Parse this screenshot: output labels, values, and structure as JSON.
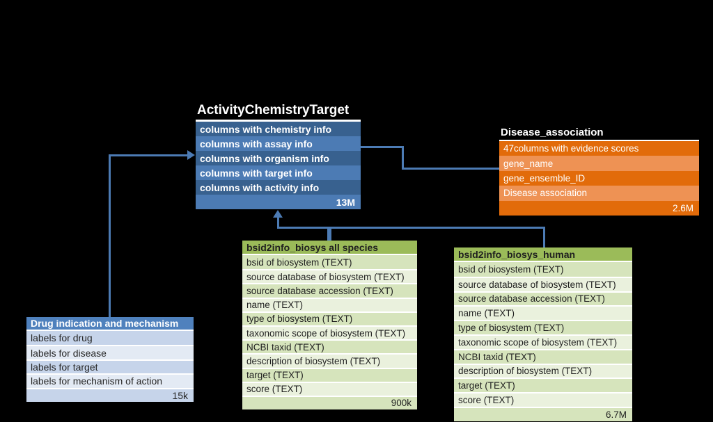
{
  "diagram": {
    "colors": {
      "background": "#000000",
      "blue_row_dark": "#38618F",
      "blue_row_light": "#4C7BB4",
      "orange_row_dark": "#E26B0A",
      "orange_row_light": "#EE9254",
      "green_header": "#9BBB59",
      "green_row_dark": "#D6E4BC",
      "green_row_light": "#EAF1DD",
      "drug_header_blue": "#4F81BD",
      "drug_row_dark": "#C6D4EA",
      "drug_row_light": "#E3EAF4",
      "connector_blue": "#4C7BB4",
      "title_text": "#FFFFFF",
      "dark_text": "#1F1F1F"
    },
    "tables": {
      "activity_chemistry_target": {
        "title": "ActivityChemistryTarget",
        "rows": [
          "columns with chemistry info",
          "columns with assay info",
          "columns with organism info",
          "columns with target info",
          "columns with activity info"
        ],
        "row_count": "13M"
      },
      "disease_association": {
        "title": "Disease_association",
        "rows": [
          "47columns with evidence scores",
          "gene_name",
          "gene_ensemble_ID",
          "Disease association"
        ],
        "row_count": "2.6M"
      },
      "bsid2info_all_species": {
        "title": "bsid2info_biosys all species",
        "rows": [
          "bsid of biosystem (TEXT)",
          "source database of biosystem (TEXT)",
          "source database accession (TEXT)",
          "name (TEXT)",
          "type of biosystem (TEXT)",
          "taxonomic scope of biosystem (TEXT)",
          "NCBI taxid (TEXT)",
          "description of biosystem (TEXT)",
          "target (TEXT)",
          "score (TEXT)"
        ],
        "row_count": "900k"
      },
      "bsid2info_human": {
        "title": "bsid2info_biosys_human",
        "rows": [
          "bsid of biosystem (TEXT)",
          "source database of biosystem (TEXT)",
          "source database accession (TEXT)",
          "name (TEXT)",
          "type of biosystem (TEXT)",
          "taxonomic scope of biosystem (TEXT)",
          "NCBI taxid (TEXT)",
          "description of biosystem (TEXT)",
          "target (TEXT)",
          "score (TEXT)"
        ],
        "row_count": "6.7M"
      },
      "drug_indication_mechanism": {
        "title": "Drug indication and mechanism",
        "rows": [
          "labels for drug",
          "labels for disease",
          "labels for target",
          "labels for mechanism of action"
        ],
        "row_count": "15k"
      }
    }
  }
}
